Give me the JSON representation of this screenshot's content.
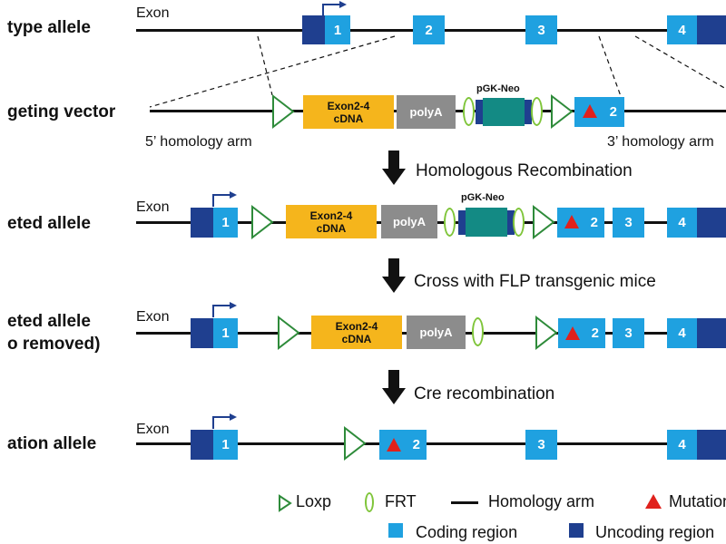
{
  "rows": {
    "wild_type": "type allele",
    "vector": "geting vector",
    "targeted": "eted allele",
    "neo_removed_1": "eted allele",
    "neo_removed_2": "o removed)",
    "mutation": "ation allele"
  },
  "exon_word": "Exon",
  "exons": {
    "e1": "1",
    "e2": "2",
    "e3": "3",
    "e4": "4"
  },
  "cdna": {
    "line1": "Exon2-4",
    "line2": "cDNA"
  },
  "polya": "polyA",
  "pgk_neo": "pGK-Neo",
  "arms": {
    "five_prime": "5’ homology arm",
    "three_prime": "3’ homology arm"
  },
  "steps": {
    "step1": "Homologous Recombination",
    "step2": "Cross with FLP transgenic mice",
    "step3": "Cre recombination"
  },
  "legend": {
    "loxp": "Loxp",
    "frt": "FRT",
    "homology_arm": "Homology arm",
    "mutation": "Mutation",
    "coding": "Coding region",
    "uncoding": "Uncoding region"
  },
  "colors": {
    "uncoding": "#1f3f8f",
    "coding": "#1fa1e0",
    "cdna": "#f5b51c",
    "polya": "#8c8c8c",
    "neo": "#138a84",
    "loxp": "#2e8b3a",
    "frt": "#7fc53a",
    "mutation": "#e0211c"
  },
  "icons": {
    "promoter": "promoter-arrow-icon",
    "loxp": "loxp-triangle-icon",
    "frt": "frt-oval-icon",
    "mutation": "mutation-triangle-icon",
    "step": "down-arrow-icon"
  }
}
